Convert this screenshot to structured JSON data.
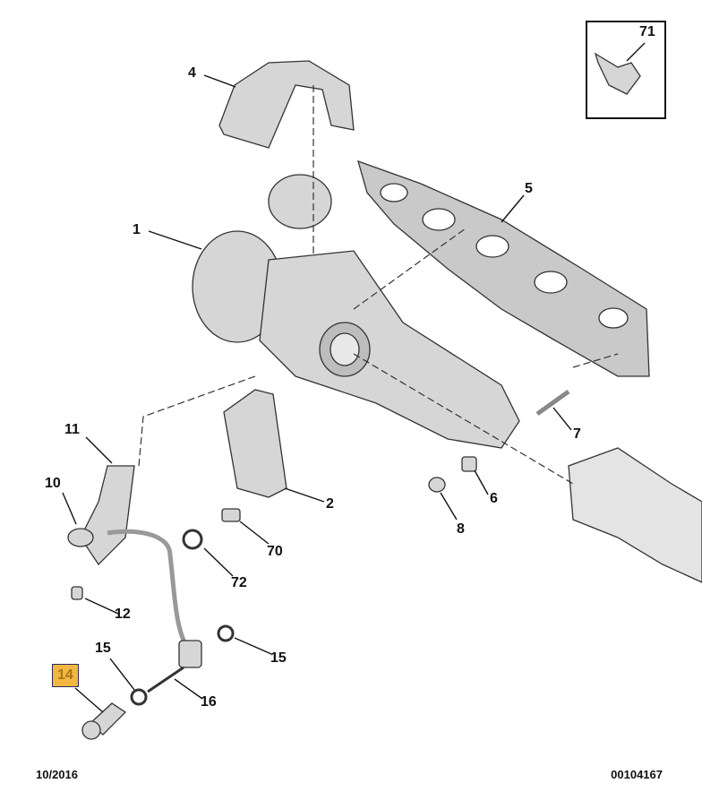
{
  "diagram": {
    "labels": {
      "p71": "71",
      "p4": "4",
      "p5": "5",
      "p1": "1",
      "p7": "7",
      "p11": "11",
      "p10": "10",
      "p2": "2",
      "p6": "6",
      "p8": "8",
      "p70": "70",
      "p72": "72",
      "p12": "12",
      "p15a": "15",
      "p15b": "15",
      "p14": "14",
      "p16": "16"
    },
    "highlighted_part": "14",
    "highlight_color": "#f2b73f",
    "date": "10/2016",
    "reference": "00104167"
  }
}
